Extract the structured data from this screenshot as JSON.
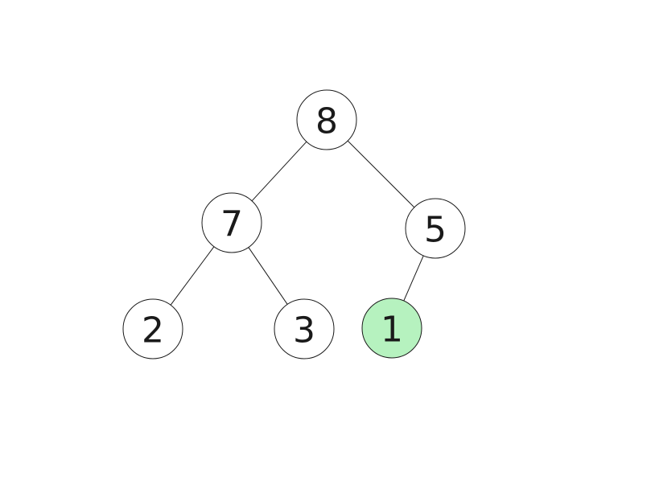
{
  "colors": {
    "node_fill": "#ffffff",
    "highlight_fill": "#b6f2bf",
    "stroke": "#1a1a1a",
    "text": "#1a1a1a"
  },
  "tree": {
    "nodes": [
      {
        "id": "n8",
        "value": "8",
        "highlighted": false
      },
      {
        "id": "n7",
        "value": "7",
        "highlighted": false
      },
      {
        "id": "n5",
        "value": "5",
        "highlighted": false
      },
      {
        "id": "n2",
        "value": "2",
        "highlighted": false
      },
      {
        "id": "n3",
        "value": "3",
        "highlighted": false
      },
      {
        "id": "n1",
        "value": "1",
        "highlighted": true
      }
    ],
    "edges": [
      {
        "from": "n8",
        "to": "n7"
      },
      {
        "from": "n8",
        "to": "n5"
      },
      {
        "from": "n7",
        "to": "n2"
      },
      {
        "from": "n7",
        "to": "n3"
      },
      {
        "from": "n5",
        "to": "n1"
      }
    ]
  }
}
